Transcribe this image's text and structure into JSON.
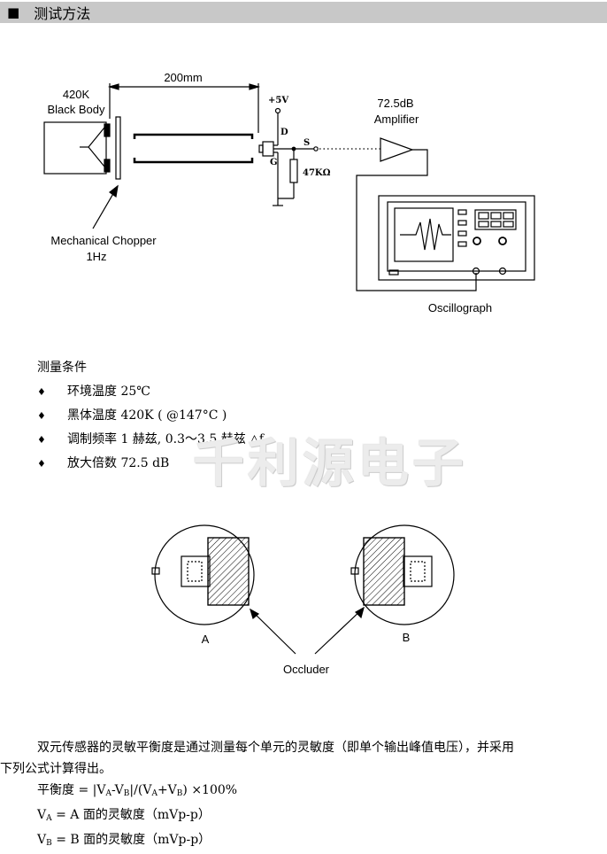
{
  "section": {
    "marker": "■",
    "title": "测试方法"
  },
  "diagram": {
    "distance": "200mm",
    "blackbody_temp": "420K",
    "blackbody_name": "Black Body",
    "supply": "+5V",
    "pin_d": "D",
    "pin_g": "G",
    "pin_s": "S",
    "resistor": "47KΩ",
    "amp_gain": "72.5dB",
    "amp_name": "Amplifier",
    "chopper_name": "Mechanical Chopper",
    "chopper_freq": "1Hz",
    "scope_name": "Oscillograph"
  },
  "conditions": {
    "heading": "测量条件",
    "bullet": "♦",
    "items": [
      {
        "label": "环境温度",
        "value": "25℃"
      },
      {
        "label": "黑体温度",
        "value": "420K ( @147°C )"
      },
      {
        "label": "调制频率",
        "value": "1 赫兹, 0.3～3.5 赫兹 △f,"
      },
      {
        "label": "放大倍数",
        "value": "72.5 dB"
      }
    ]
  },
  "watermark": "千利源电子",
  "occluder": {
    "label_a": "A",
    "label_b": "B",
    "caption": "Occluder"
  },
  "description": {
    "line1": "双元传感器的灵敏平衡度是通过测量每个单元的灵敏度（即单个输出峰值电压），并采用",
    "line2": "下列公式计算得出。",
    "formula_label": "平衡度",
    "formula": {
      "eq": " = |V",
      "a1": "A",
      "mid": "-V",
      "b1": "B",
      "mid2": "|/(V",
      "a2": "A",
      "plus": "+V",
      "b2": "B",
      "tail": ") ×100%"
    },
    "va_sym": "V",
    "va_sub": "A",
    "va_def": " = A 面的灵敏度（mVp-p）",
    "vb_sym": "V",
    "vb_sub": "B",
    "vb_def": " = B 面的灵敏度（mVp-p）"
  }
}
